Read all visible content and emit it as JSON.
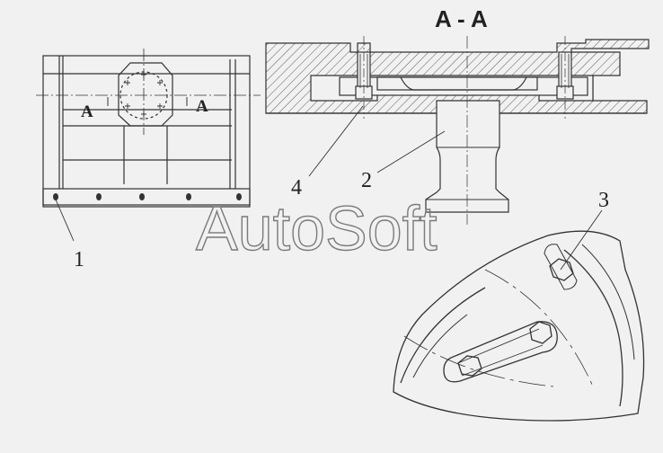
{
  "section_title": "A - A",
  "section_marks": {
    "left": "A",
    "right": "A"
  },
  "callouts": {
    "c1": "1",
    "c2": "2",
    "c3": "3",
    "c4": "4"
  },
  "watermark": "AutoSoft"
}
